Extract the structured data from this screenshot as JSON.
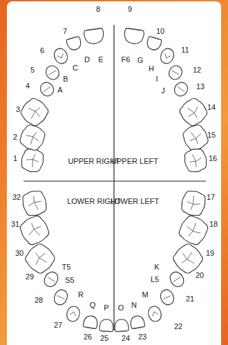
{
  "diagram": {
    "labels": [
      "1",
      "2",
      "3",
      "4",
      "5",
      "6",
      "7",
      "8",
      "9",
      "10",
      "11",
      "12",
      "13",
      "14",
      "15",
      "16",
      "A",
      "B",
      "C",
      "D",
      "E",
      "F6",
      "G",
      "H",
      "I",
      "J",
      "17",
      "18",
      "19",
      "20",
      "21",
      "22",
      "23",
      "24",
      "25",
      "26",
      "27",
      "28",
      "29",
      "30",
      "31",
      "32",
      "K",
      "L5",
      "M",
      "N",
      "O",
      "P",
      "Q",
      "R",
      "S5",
      "T5",
      "UPPER RIGHT",
      "UPPER LEFT",
      "LOWER RIGHT",
      "LOWER LEFT"
    ]
  }
}
